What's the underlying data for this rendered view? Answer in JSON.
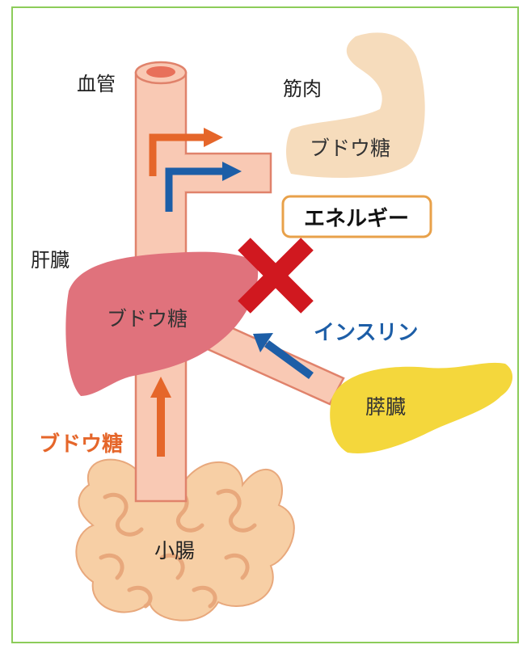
{
  "labels": {
    "blood_vessel": "血管",
    "muscle": "筋肉",
    "muscle_glucose": "ブドウ糖",
    "energy": "エネルギー",
    "liver": "肝臓",
    "liver_glucose": "ブドウ糖",
    "insulin": "インスリン",
    "pancreas": "膵臓",
    "glucose_intestine": "ブドウ糖",
    "small_intestine": "小腸"
  },
  "colors": {
    "frame": "#8ccc5a",
    "vessel_fill": "#f9c9b4",
    "vessel_stroke": "#e0826b",
    "arm_fill": "#f6dcbc",
    "liver_fill": "#e0727c",
    "pancreas_fill": "#f4d73c",
    "intestine_fill": "#f7cfa5",
    "cross": "#d0181f",
    "orange_arrow": "#e5662a",
    "blue_arrow": "#1d5ea7",
    "energy_border": "#e8a14a"
  },
  "icons": [
    "muscle-arm-icon",
    "liver-icon",
    "pancreas-icon",
    "small-intestine-icon",
    "cross-mark-icon"
  ]
}
